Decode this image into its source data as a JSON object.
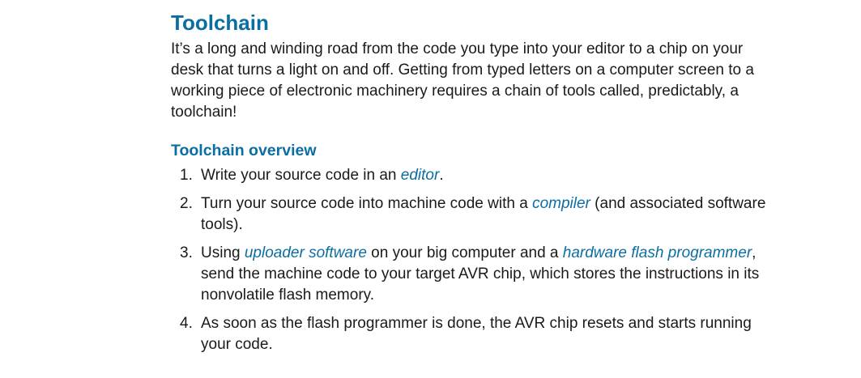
{
  "section": {
    "title": "Toolchain",
    "intro": "It’s a long and winding road from the code you type into your editor to a chip on your desk that turns a light on and off. Getting from typed letters on a computer screen to a working piece of electronic machinery requires a chain of tools called, predictably, a toolchain!"
  },
  "subsection": {
    "title": "Toolchain overview"
  },
  "steps": [
    {
      "number": "1.",
      "text_before": "Write your source code in an ",
      "term": "editor",
      "text_after": "."
    },
    {
      "number": "2.",
      "text_before": "Turn your source code into machine code with a ",
      "term": "compiler",
      "text_after": " (and associated software tools)."
    },
    {
      "number": "3.",
      "text_before": "Using ",
      "term": "uploader software",
      "text_middle": " on your big computer and a ",
      "term2": "hardware flash programmer",
      "text_after": ", send the machine code to your target AVR chip, which stores the instructions in its nonvolatile flash memory."
    },
    {
      "number": "4.",
      "text_before": "As soon as the flash programmer is done, the AVR chip resets and starts running your code."
    }
  ],
  "colors": {
    "heading": "#0b6ea3",
    "body_text": "#1a1a1a",
    "term": "#0b6ea3"
  }
}
